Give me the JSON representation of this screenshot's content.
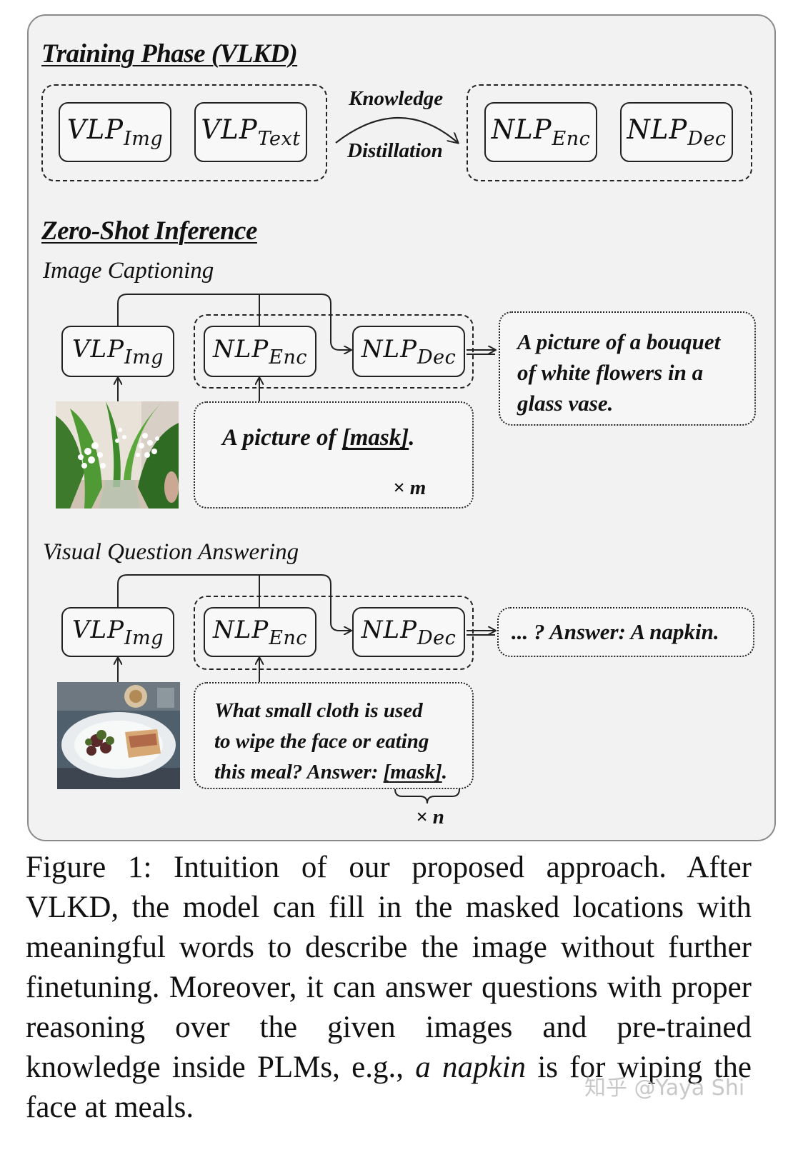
{
  "training": {
    "heading": "Training Phase (VLKD)",
    "boxes": {
      "vlp_img": {
        "base": "VLP",
        "sub": "Img"
      },
      "vlp_text": {
        "base": "VLP",
        "sub": "Text"
      },
      "nlp_enc": {
        "base": "NLP",
        "sub": "Enc"
      },
      "nlp_dec": {
        "base": "NLP",
        "sub": "Dec"
      }
    },
    "arrow_label_top": "Knowledge",
    "arrow_label_bottom": "Distillation"
  },
  "inference": {
    "heading": "Zero-Shot Inference",
    "captioning": {
      "title": "Image Captioning",
      "boxes": {
        "vlp_img": {
          "base": "VLP",
          "sub": "Img"
        },
        "nlp_enc": {
          "base": "NLP",
          "sub": "Enc"
        },
        "nlp_dec": {
          "base": "NLP",
          "sub": "Dec"
        }
      },
      "prompt_prefix": "A picture of ",
      "prompt_mask": "[mask]",
      "prompt_suffix": ".",
      "multiplier": "× m",
      "output_lines": [
        "A picture of a bouquet",
        "of white flowers in a",
        "glass vase."
      ]
    },
    "vqa": {
      "title": "Visual Question Answering",
      "boxes": {
        "vlp_img": {
          "base": "VLP",
          "sub": "Img"
        },
        "nlp_enc": {
          "base": "NLP",
          "sub": "Enc"
        },
        "nlp_dec": {
          "base": "NLP",
          "sub": "Dec"
        }
      },
      "question_lines": [
        "What small cloth is used",
        "to wipe the face or eating"
      ],
      "question_last_prefix": "this meal? Answer: ",
      "question_mask": "[mask]",
      "question_suffix": ".",
      "multiplier": "× n",
      "output": "... ? Answer: A napkin."
    }
  },
  "caption": {
    "prefix": "Figure 1: Intuition of our proposed approach. After VLKD, the model can fill in the masked locations with meaningful words to describe the image without further finetuning. Moreover, it can answer questions with proper reasoning over the given images and pre-trained knowledge inside PLMs, e.g., ",
    "emph": "a napkin",
    "suffix": " is for wiping the face at meals."
  },
  "watermark": "知乎 @Yaya Shi"
}
